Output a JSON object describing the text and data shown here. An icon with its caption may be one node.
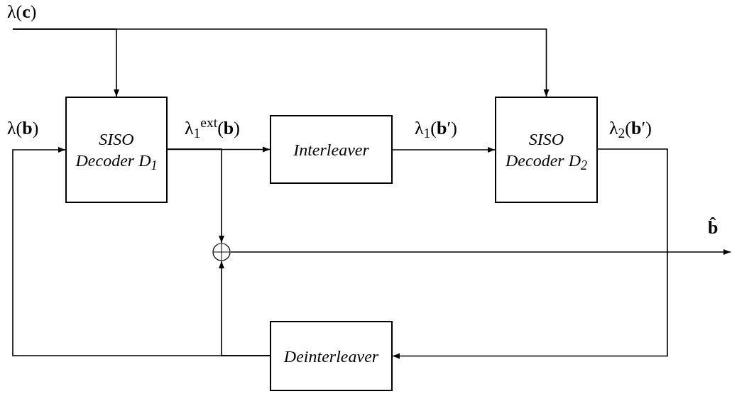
{
  "diagram": {
    "nodes": [
      {
        "text": [
          "λ(**c**)"
        ]
      },
      {
        "text": [
          "SISO Decoder D$_{1}$"
        ]
      },
      {
        "text": [
          "Interleaver"
        ]
      },
      {
        "text": [
          "SISO Decoder D$_{2}$"
        ]
      },
      {
        "text": [],
        "shape": "circle"
      },
      {
        "text": [
          "Deinterleaver"
        ]
      }
    ],
    "edges": [
      {
        "from": 0,
        "to": 1,
        "arrow": "to"
      },
      {
        "from": 0,
        "to": 3,
        "arrow": "to"
      },
      {
        "from": 1,
        "to": 2,
        "arrow": "to",
        "label": "λ$_{1}$$^{ext}$(**b**)"
      },
      {
        "from": 1,
        "to": 4,
        "arrow": "to"
      },
      {
        "from": 2,
        "to": 3,
        "arrow": "to",
        "label": "λ$_{1}$(**b**′)"
      },
      {
        "from": 3,
        "to": 5,
        "arrow": "to",
        "label": "λ$_{2}$(**b**′)"
      },
      {
        "from": 5,
        "to": 1,
        "arrow": "to",
        "label": "λ(**b**)"
      },
      {
        "from": 5,
        "to": 4,
        "arrow": "to"
      },
      {
        "from": 4,
        "to": null,
        "arrow": "to",
        "label": "**b̂**"
      }
    ]
  }
}
